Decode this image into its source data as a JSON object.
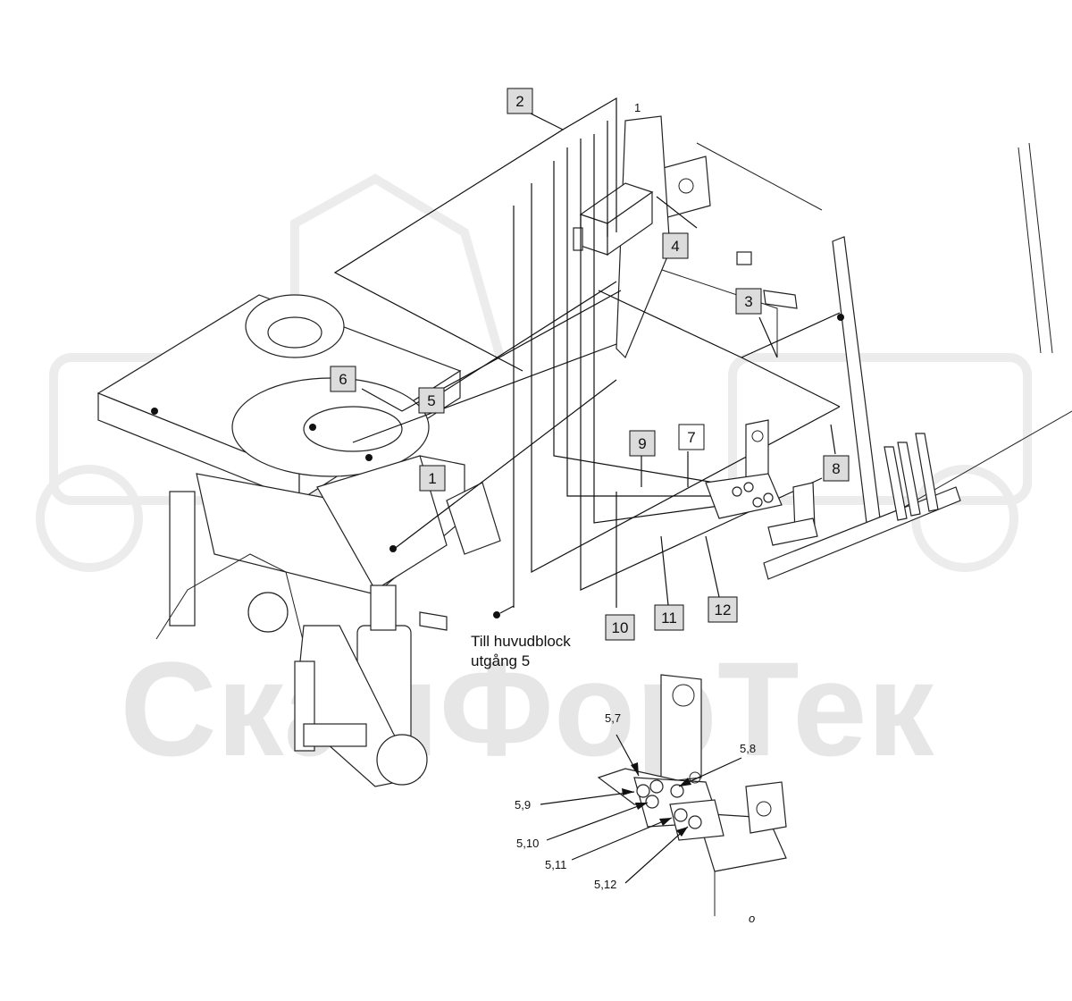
{
  "watermark": {
    "text": "СканФорТек"
  },
  "callout_boxes": [
    {
      "id": "box-1",
      "label": "1"
    },
    {
      "id": "box-2",
      "label": "2"
    },
    {
      "id": "box-3",
      "label": "3"
    },
    {
      "id": "box-4",
      "label": "4"
    },
    {
      "id": "box-5",
      "label": "5"
    },
    {
      "id": "box-6",
      "label": "6"
    },
    {
      "id": "box-7",
      "label": "7"
    },
    {
      "id": "box-8",
      "label": "8"
    },
    {
      "id": "box-9",
      "label": "9"
    },
    {
      "id": "box-10",
      "label": "10"
    },
    {
      "id": "box-11",
      "label": "11"
    },
    {
      "id": "box-12",
      "label": "12"
    }
  ],
  "plain_labels": {
    "top_1": "1",
    "d57": "5,7",
    "d58": "5,8",
    "d59": "5,9",
    "d510": "5,10",
    "d511": "5,11",
    "d512": "5,12",
    "corner_o": "o"
  },
  "note": {
    "line1": "Till huvudblock",
    "line2": "utgång 5"
  }
}
